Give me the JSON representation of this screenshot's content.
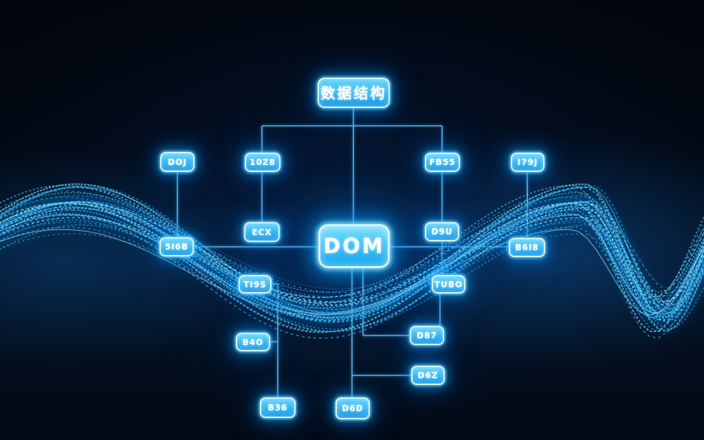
{
  "diagram": {
    "title": "数据结构",
    "center": "DOM",
    "accent_color": "#35c4ff",
    "glow_color": "#00a9ff",
    "line_color": "#6cc6f6",
    "background_color": "#020a16",
    "nodes": {
      "title": "数据结构",
      "dom": "DOM",
      "doj": "DOJ",
      "l0z8": "10Z8",
      "fb55": "FB55",
      "i79j": "I79J",
      "s5i6b": "5I6B",
      "ecx": "ECX",
      "d9u": "D9U",
      "b6i8": "B6I8",
      "ti9s": "TI9S",
      "tubo": "TUBO",
      "b4o": "B4O",
      "d87": "D87",
      "d6z": "D6Z",
      "b36": "B36",
      "d6d": "D6D"
    }
  }
}
